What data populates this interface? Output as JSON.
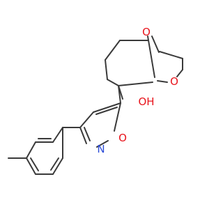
{
  "molecule": {
    "atom_labels": {
      "bridge_oxygen": "O",
      "ring_oxygen": "O",
      "hydroxyl": "OH",
      "isoxazole_oxygen": "O",
      "isoxazole_nitrogen": "N"
    },
    "colors": {
      "bond": "#3a3a3a",
      "oxygen": "#e8141c",
      "nitrogen": "#2b4bd7",
      "carbon": "#3a3a3a",
      "background": "#ffffff"
    }
  }
}
